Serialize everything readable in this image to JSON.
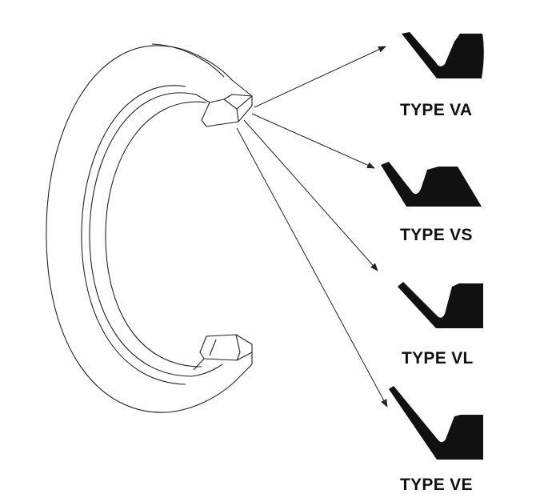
{
  "diagram": {
    "types": [
      {
        "id": "va",
        "label": "TYPE VA"
      },
      {
        "id": "vs",
        "label": "TYPE VS"
      },
      {
        "id": "vl",
        "label": "TYPE VL"
      },
      {
        "id": "ve",
        "label": "TYPE VE"
      }
    ],
    "colors": {
      "ink": "#111111",
      "background": "#ffffff"
    }
  }
}
